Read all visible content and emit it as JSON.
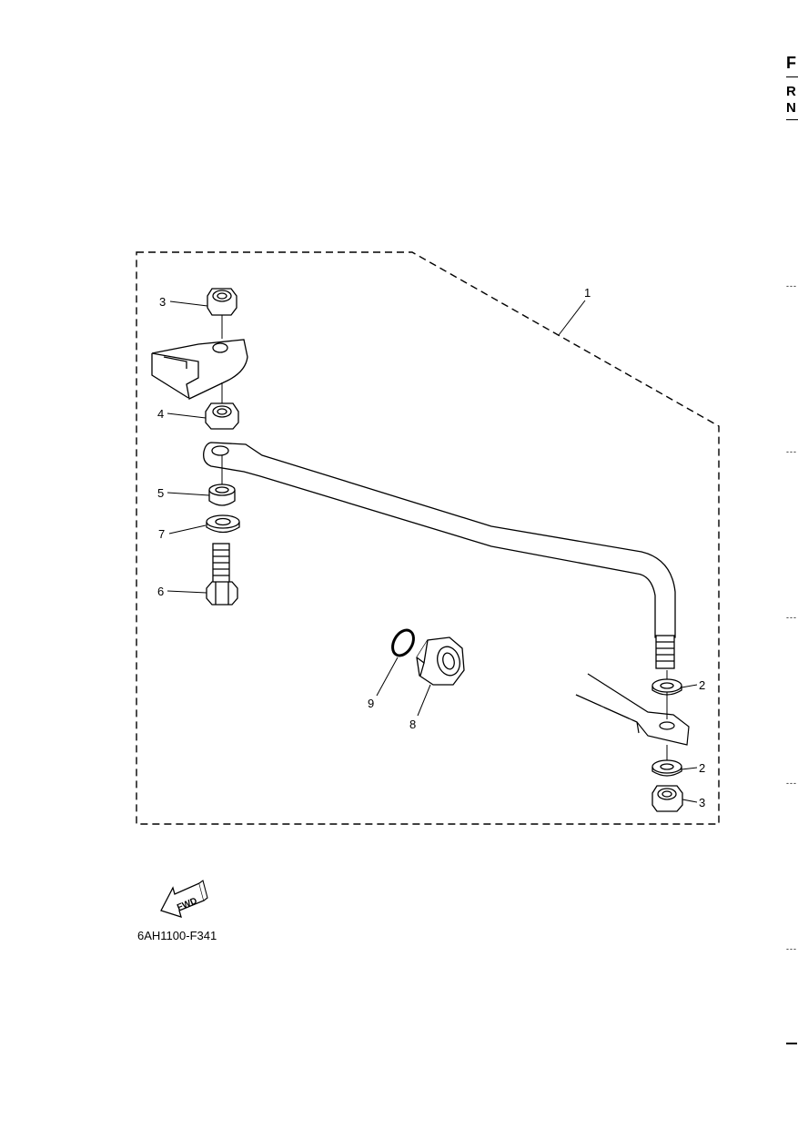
{
  "diagram": {
    "callouts": [
      "1",
      "2",
      "2",
      "3",
      "3",
      "4",
      "5",
      "6",
      "7",
      "8",
      "9"
    ],
    "part_code": "6AH1100-F341",
    "fwd_label": "FWD"
  },
  "edge_header": {
    "letters": [
      "F",
      "R",
      "N"
    ],
    "dash_marks": [
      "---",
      "---",
      "---",
      "---",
      "---"
    ]
  }
}
